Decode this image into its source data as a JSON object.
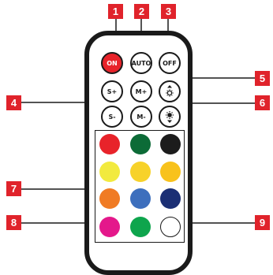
{
  "markers": [
    "1",
    "2",
    "3",
    "4",
    "5",
    "6",
    "7",
    "8",
    "9"
  ],
  "buttons": {
    "on": "ON",
    "auto": "AUTO",
    "off": "OFF",
    "speed_up": "S+",
    "speed_down": "S-",
    "mode_up": "M+",
    "mode_down": "M-"
  },
  "icons": {
    "brightness_up": "sun-up-icon",
    "brightness_down": "sun-down-icon"
  },
  "colors": {
    "row1": [
      "#e8232a",
      "#0c6b37",
      "#1c1c1c"
    ],
    "row2": [
      "#f2ea3f",
      "#f7d22a",
      "#f8c21c"
    ],
    "row3": [
      "#f07b24",
      "#3d6fbd",
      "#1b2f74"
    ],
    "row4": [
      "#e4188b",
      "#0ea54d",
      "#ffffff"
    ],
    "marker": "#e0232b",
    "outline": "#1a1a1a"
  }
}
